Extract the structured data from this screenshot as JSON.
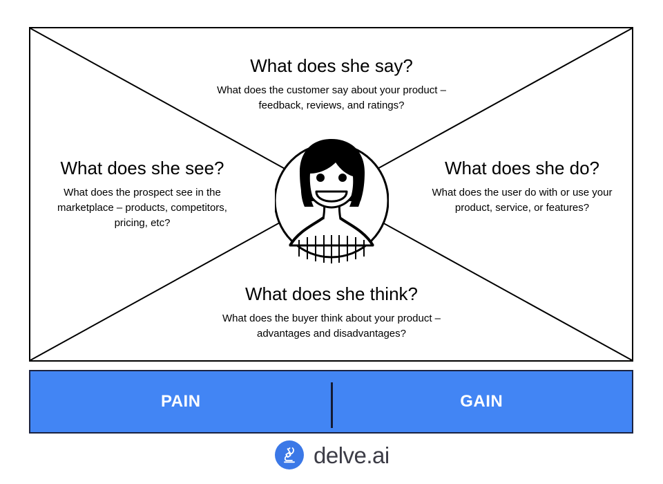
{
  "diagram": {
    "type": "empathy-map",
    "quadrants": [
      {
        "key": "say",
        "title": "What does she say?",
        "body": "What does the customer say about your product – feedback, reviews, and ratings?"
      },
      {
        "key": "see",
        "title": "What does she see?",
        "body": "What does the prospect see in the marketplace – products, competitors, pricing, etc?"
      },
      {
        "key": "do",
        "title": "What does she do?",
        "body": "What does the user do with or use your product, service, or features?"
      },
      {
        "key": "think",
        "title": "What does she think?",
        "body": "What does the buyer think about your product – advantages and disadvantages?"
      }
    ],
    "center_icon": "female-persona-avatar-icon",
    "bar": {
      "left_label": "PAIN",
      "right_label": "GAIN",
      "background_color": "#4285f4",
      "text_color": "#ffffff",
      "divider_color": "#141b33"
    },
    "frame": {
      "border_color": "#000000",
      "diagonal_color": "#000000",
      "background_color": "#ffffff"
    }
  },
  "logo": {
    "mark_icon": "microscope-icon",
    "mark_color": "#3b78e7",
    "text": "delve.ai",
    "text_color": "#3c3c46"
  }
}
